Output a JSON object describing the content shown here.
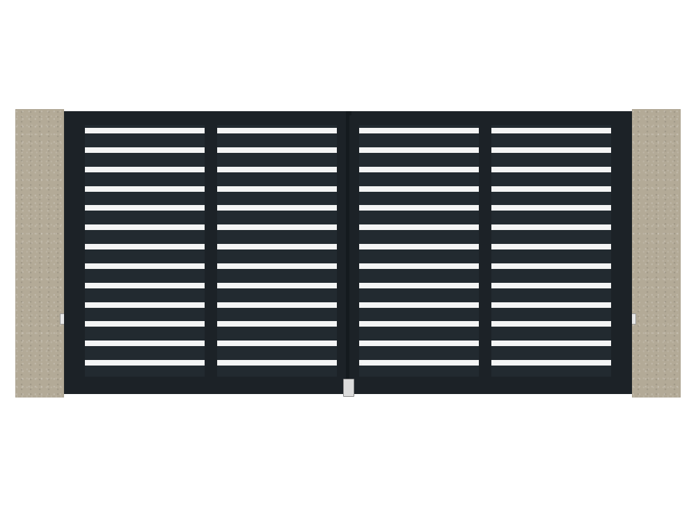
{
  "scene": {
    "subject": "",
    "colors": {
      "pillar": "#b3aa97",
      "frame": "#1c2227",
      "slat": "#222a30",
      "gap": "#f4f5f5",
      "background": "#ffffff"
    },
    "leaves": 2,
    "panels_per_leaf": 2,
    "slats_per_panel": 13
  }
}
